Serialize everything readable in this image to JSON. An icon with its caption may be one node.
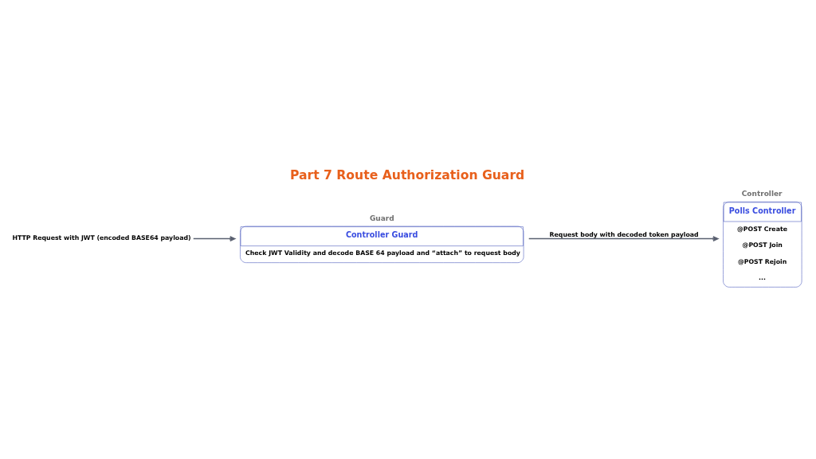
{
  "diagram": {
    "title": "Part 7 Route Authorization Guard",
    "nodes": [
      {
        "text": [
          "HTTP Request with JWT (encoded BASE64 payload)"
        ]
      },
      {
        "text": [
          "Guard",
          "Controller Guard",
          "Check JWT Validity and decode BASE 64 payload and “attach” to request body"
        ]
      },
      {
        "text": [
          "Controller",
          "Polls Controller",
          "@POST Create",
          "@POST Join",
          "@POST Rejoin",
          "..."
        ]
      }
    ],
    "edges": [
      {
        "from": 0,
        "to": 1,
        "arrow": "to"
      },
      {
        "from": 1,
        "to": 2,
        "arrow": "to",
        "label": "Request body with decoded token payload"
      }
    ]
  }
}
